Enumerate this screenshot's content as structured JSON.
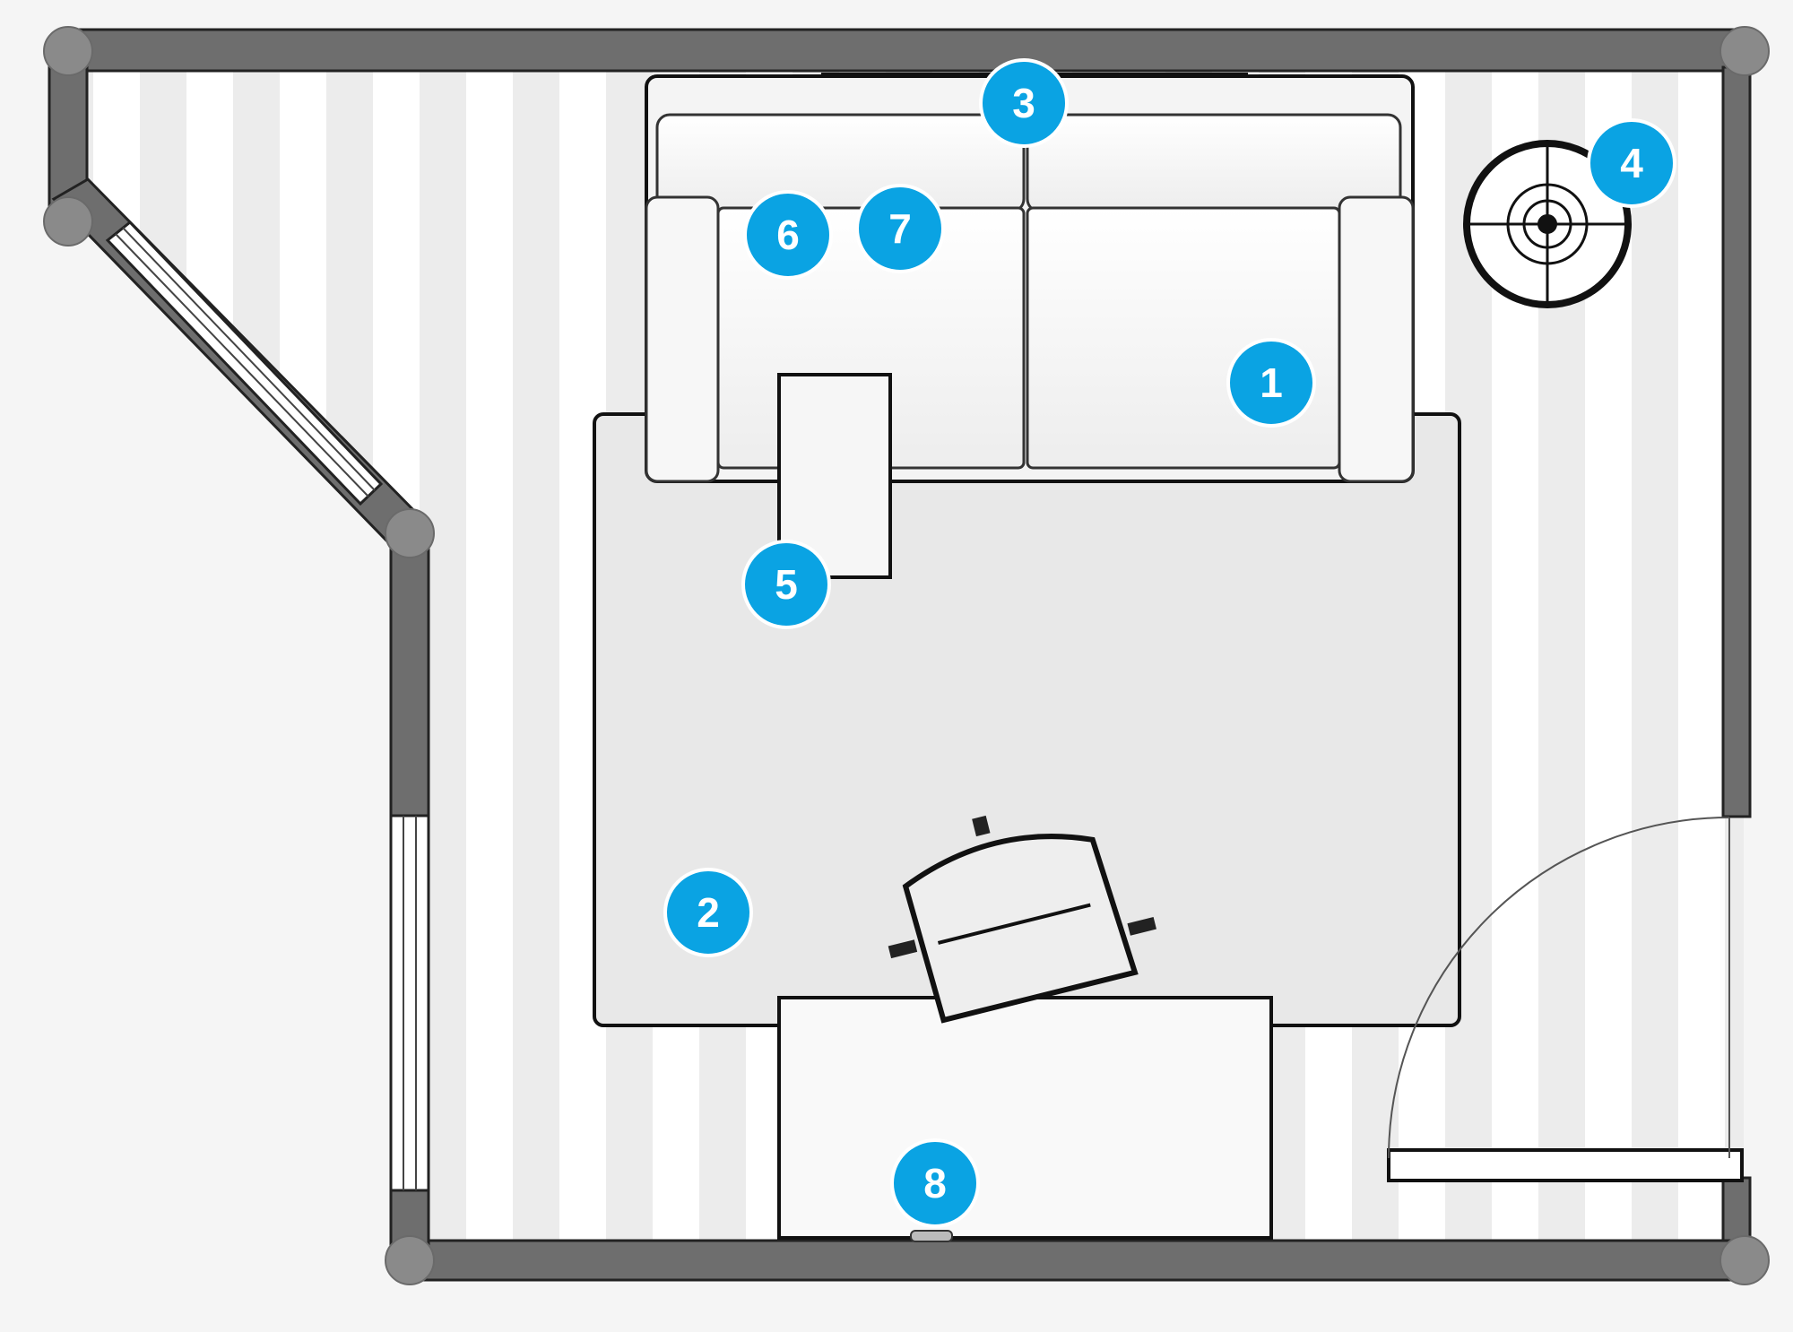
{
  "floorplan": {
    "markers": [
      {
        "id": "sofa",
        "label": "1"
      },
      {
        "id": "rug",
        "label": "2"
      },
      {
        "id": "tv",
        "label": "3"
      },
      {
        "id": "floor-lamp",
        "label": "4"
      },
      {
        "id": "coffee-table",
        "label": "5"
      },
      {
        "id": "sofa-left-seat-a",
        "label": "6"
      },
      {
        "id": "sofa-left-seat-b",
        "label": "7"
      },
      {
        "id": "desk-outlet",
        "label": "8"
      }
    ],
    "colors": {
      "marker": "#0aa3e3",
      "wall": "#6e6e6e",
      "wall_outline": "#222222",
      "wall_joint": "#8a8a8a",
      "floor_stripe_light": "#ffffff",
      "floor_stripe_dark": "#ececec",
      "rug": "#e8e8e8"
    }
  }
}
